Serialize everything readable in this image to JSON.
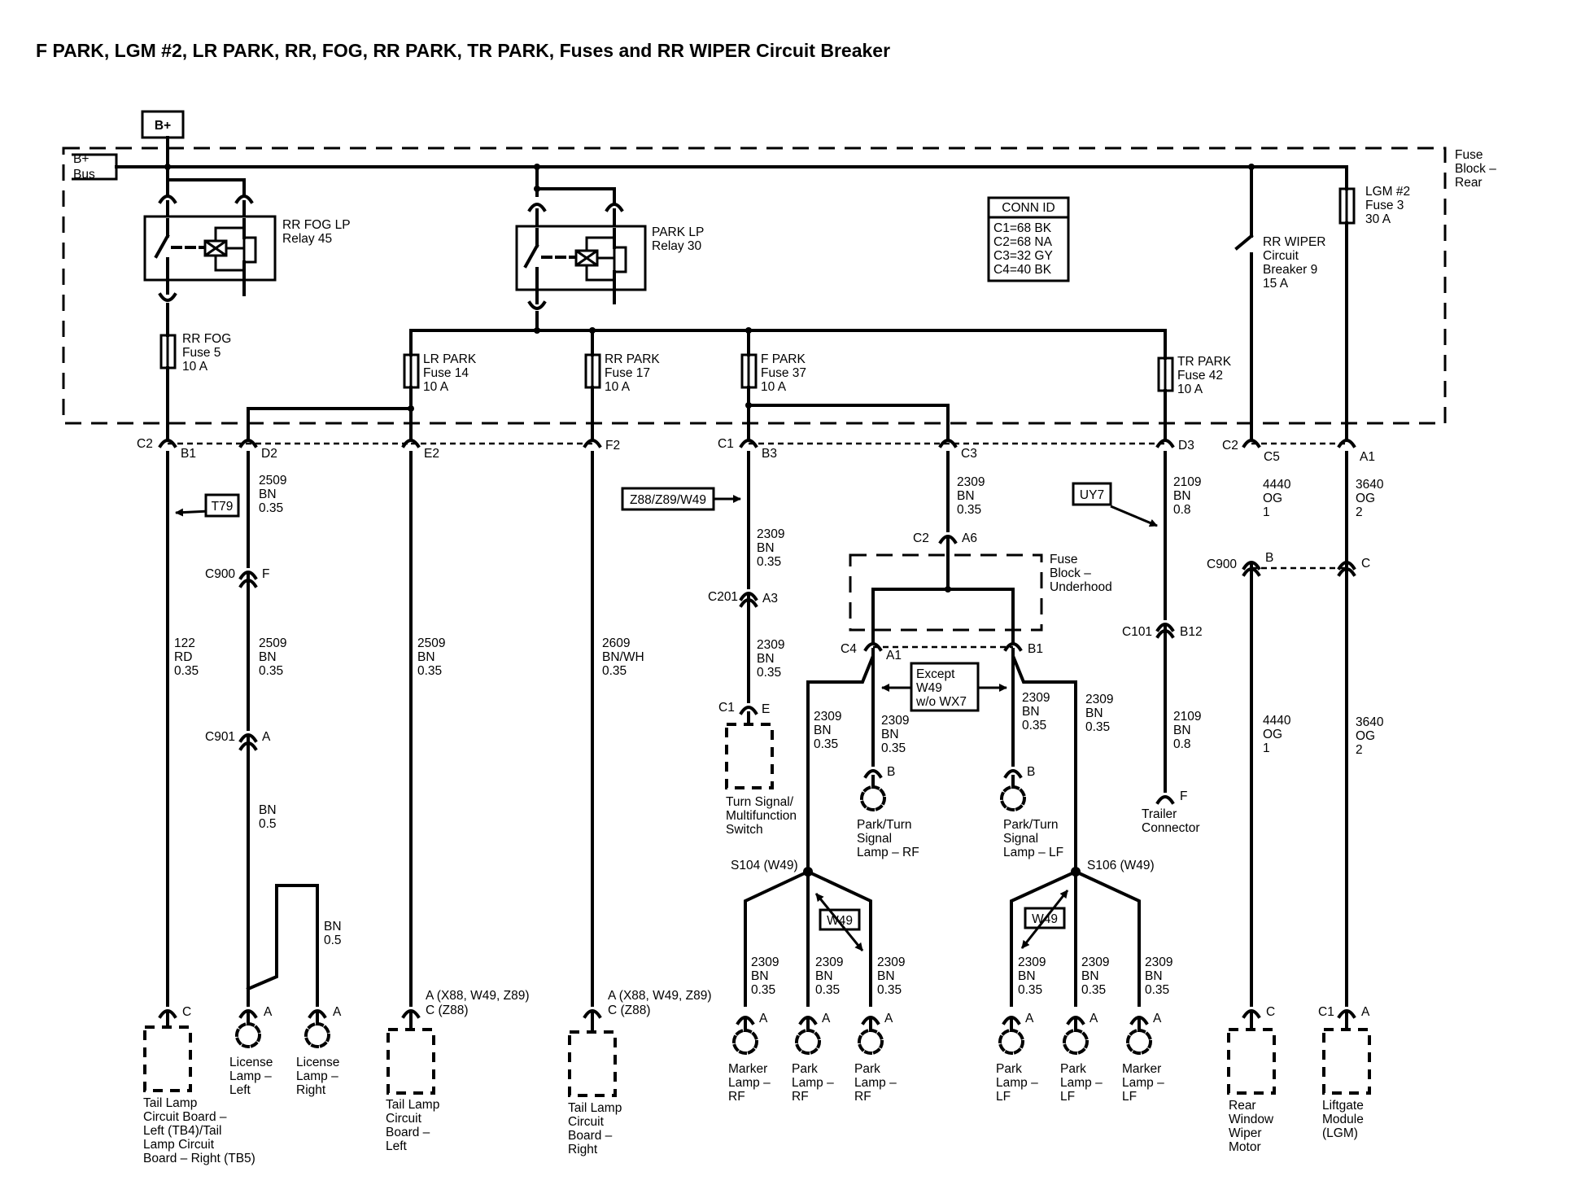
{
  "title": "F PARK, LGM #2, LR PARK, RR, FOG, RR PARK, TR PARK, Fuses and RR WIPER Circuit Breaker",
  "power_source": "B+",
  "bus_label": [
    "B+",
    "Bus"
  ],
  "fuse_block_rear": [
    "Fuse",
    "Block –",
    "Rear"
  ],
  "fuse_block_underhood": [
    "Fuse",
    "Block –",
    "Underhood"
  ],
  "conn_id": {
    "heading": "CONN ID",
    "lines": [
      "C1=68 BK",
      "C2=68 NA",
      "C3=32 GY",
      "C4=40 BK"
    ]
  },
  "relays": {
    "rr_fog": [
      "RR FOG LP",
      "Relay 45"
    ],
    "park": [
      "PARK LP",
      "Relay 30"
    ]
  },
  "fuses": {
    "rr_fog": [
      "RR FOG",
      "Fuse 5",
      "10 A"
    ],
    "lr_park": [
      "LR PARK",
      "Fuse 14",
      "10 A"
    ],
    "rr_park": [
      "RR PARK",
      "Fuse 17",
      "10 A"
    ],
    "f_park": [
      "F PARK",
      "Fuse 37",
      "10 A"
    ],
    "tr_park": [
      "TR PARK",
      "Fuse 42",
      "10 A"
    ],
    "lgm2": [
      "LGM #2",
      "Fuse 3",
      "30 A"
    ]
  },
  "breaker": [
    "RR WIPER",
    "Circuit",
    "Breaker 9",
    "15 A"
  ],
  "connectors": {
    "c2_left": "C2",
    "b1": "B1",
    "d2": "D2",
    "e2": "E2",
    "f2": "F2",
    "c1_mid": "C1",
    "b3": "B3",
    "c3": "C3",
    "d3": "D3",
    "c2_right": "C2",
    "c5": "C5",
    "a1": "A1",
    "c900": "C900",
    "c900_f": "F",
    "c901": "C901",
    "c901_a": "A",
    "c201": "C201",
    "c201_a3": "A3",
    "c2_a6": "C2",
    "a6": "A6",
    "c4": "C4",
    "c4_a1": "A1",
    "c4_b1": "B1",
    "c101": "C101",
    "c101_b12": "B12",
    "c900_r": "C900",
    "c900_b": "B",
    "c900_c": "C",
    "c1_e": "C1",
    "e": "E",
    "c1_lgm": "C1",
    "a_lgm": "A"
  },
  "options": {
    "t79": "T79",
    "z88": "Z88/Z89/W49",
    "uy7": "UY7",
    "except": [
      "Except",
      "W49",
      "w/o WX7"
    ],
    "w49a": "W49",
    "w49b": "W49"
  },
  "wires": {
    "c122": [
      "122",
      "RD",
      "0.35"
    ],
    "c2509a": [
      "2509",
      "BN",
      "0.35"
    ],
    "c2509b": [
      "2509",
      "BN",
      "0.35"
    ],
    "bn05a": [
      "BN",
      "0.5"
    ],
    "bn05b": [
      "BN",
      "0.5"
    ],
    "c2509c": [
      "2509",
      "BN",
      "0.35"
    ],
    "c2609": [
      "2609",
      "BN/WH",
      "0.35"
    ],
    "c2309a": [
      "2309",
      "BN",
      "0.35"
    ],
    "c2309b": [
      "2309",
      "BN",
      "0.35"
    ],
    "c2309c": [
      "2309",
      "BN",
      "0.35"
    ],
    "c2309d": [
      "2309",
      "BN",
      "0.35"
    ],
    "c2309e": [
      "2309",
      "BN",
      "0.35"
    ],
    "c2309f": [
      "2309",
      "BN",
      "0.35"
    ],
    "c2309g": [
      "2309",
      "BN",
      "0.35"
    ],
    "c2309h": [
      "2309",
      "BN",
      "0.35"
    ],
    "c2309i": [
      "2309",
      "BN",
      "0.35"
    ],
    "c2309j": [
      "2309",
      "BN",
      "0.35"
    ],
    "c2309k": [
      "2309",
      "BN",
      "0.35"
    ],
    "c2309l": [
      "2309",
      "BN",
      "0.35"
    ],
    "c2309m": [
      "2309",
      "BN",
      "0.35"
    ],
    "c2109a": [
      "2109",
      "BN",
      "0.8"
    ],
    "c2109b": [
      "2109",
      "BN",
      "0.8"
    ],
    "c4440a": [
      "4440",
      "OG",
      "1"
    ],
    "c4440b": [
      "4440",
      "OG",
      "1"
    ],
    "c3640a": [
      "3640",
      "OG",
      "2"
    ],
    "c3640b": [
      "3640",
      "OG",
      "2"
    ]
  },
  "splices": {
    "s104": "S104 (W49)",
    "s106": "S106 (W49)"
  },
  "pins": {
    "tb_c": "C",
    "lic_l_a": "A",
    "lic_r_a": "A",
    "tb_left_a": "A (X88, W49, Z89)",
    "tb_left_c": "C (Z88)",
    "tb_right_a": "A (X88, W49, Z89)",
    "tb_right_c": "C (Z88)",
    "prf_b": "B",
    "plf_b": "B",
    "trailer_f": "F",
    "mrf_a": "A",
    "prf2_a": "A",
    "prf3_a": "A",
    "plf2_a": "A",
    "plf3_a": "A",
    "mlf_a": "A",
    "wiper_c": "C"
  },
  "components": {
    "tail_lamp_board": [
      "Tail Lamp",
      "Circuit Board –",
      "Left (TB4)/Tail",
      "Lamp Circuit",
      "Board – Right (TB5)"
    ],
    "license_left": [
      "License",
      "Lamp –",
      "Left"
    ],
    "license_right": [
      "License",
      "Lamp –",
      "Right"
    ],
    "tail_left": [
      "Tail Lamp",
      "Circuit",
      "Board –",
      "Left"
    ],
    "tail_right": [
      "Tail Lamp",
      "Circuit",
      "Board –",
      "Right"
    ],
    "turn_switch": [
      "Turn Signal/",
      "Multifunction",
      "Switch"
    ],
    "park_turn_rf": [
      "Park/Turn",
      "Signal",
      "Lamp – RF"
    ],
    "park_turn_lf": [
      "Park/Turn",
      "Signal",
      "Lamp – LF"
    ],
    "trailer": [
      "Trailer",
      "Connector"
    ],
    "marker_rf": [
      "Marker",
      "Lamp –",
      "RF"
    ],
    "park_rf_1": [
      "Park",
      "Lamp –",
      "RF"
    ],
    "park_rf_2": [
      "Park",
      "Lamp –",
      "RF"
    ],
    "park_lf_1": [
      "Park",
      "Lamp –",
      "LF"
    ],
    "park_lf_2": [
      "Park",
      "Lamp –",
      "LF"
    ],
    "marker_lf": [
      "Marker",
      "Lamp –",
      "LF"
    ],
    "wiper_motor": [
      "Rear",
      "Window",
      "Wiper",
      "Motor"
    ],
    "lgm": [
      "Liftgate",
      "Module",
      "(LGM)"
    ]
  }
}
